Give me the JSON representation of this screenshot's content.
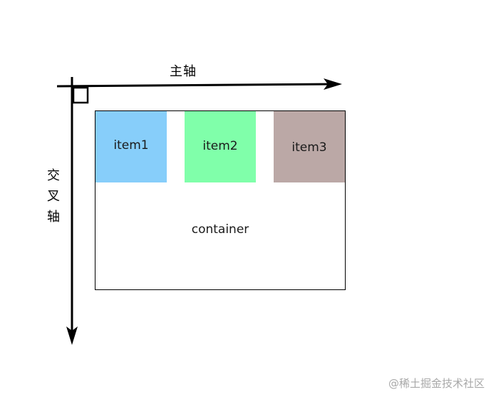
{
  "diagram": {
    "main_axis_label": "主轴",
    "cross_axis_label": "交叉轴",
    "container_label": "container",
    "items": [
      {
        "label": "item1",
        "color": "#87cefa"
      },
      {
        "label": "item2",
        "color": "#80ffaa"
      },
      {
        "label": "item3",
        "color": "#bba8a6"
      }
    ],
    "axis_color": "#000000"
  },
  "watermark": "@稀土掘金技术社区"
}
